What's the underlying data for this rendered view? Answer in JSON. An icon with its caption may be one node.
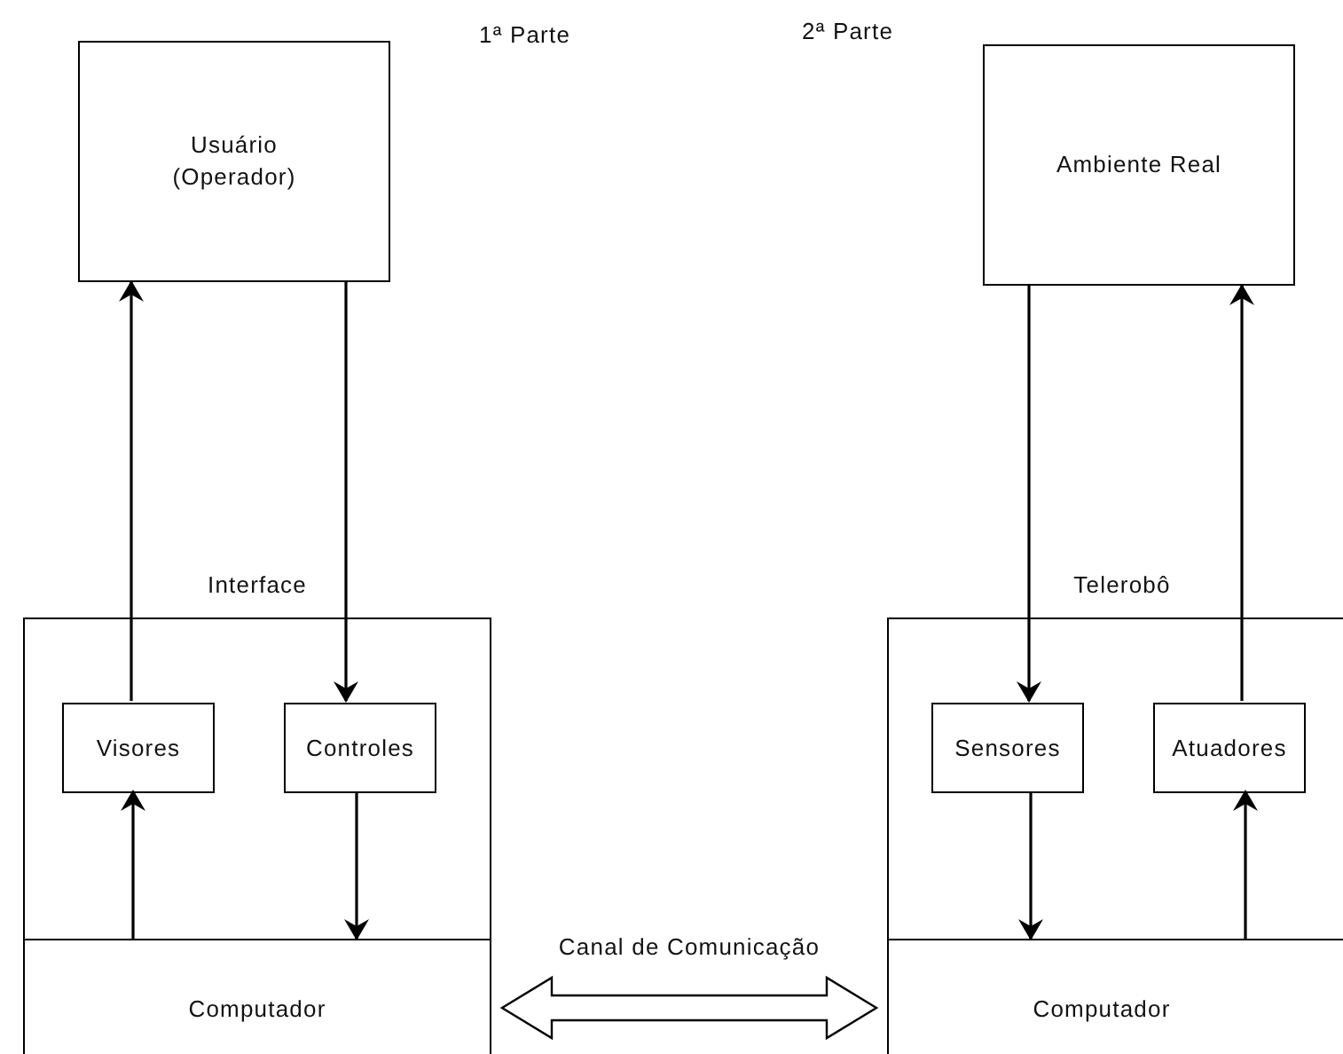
{
  "diagram": {
    "nodes": [
      {
        "text": [
          "Usuário (Operador)"
        ]
      },
      {
        "text": [
          "Ambiente Real"
        ]
      },
      {
        "text": [
          "Interface"
        ]
      },
      {
        "text": [
          "Visores"
        ],
        "in": 2
      },
      {
        "text": [
          "Controles"
        ],
        "in": 2
      },
      {
        "text": [
          "Computador"
        ]
      },
      {
        "text": [
          "Telerobô"
        ]
      },
      {
        "text": [
          "Sensores"
        ],
        "in": 6
      },
      {
        "text": [
          "Atuadores"
        ],
        "in": 6
      },
      {
        "text": [
          "Computador"
        ]
      }
    ],
    "edges": [
      {
        "from": 3,
        "to": 0,
        "arrow": "to"
      },
      {
        "from": 0,
        "to": 4,
        "arrow": "to"
      },
      {
        "from": 5,
        "to": 3,
        "arrow": "to"
      },
      {
        "from": 4,
        "to": 5,
        "arrow": "to"
      },
      {
        "from": 1,
        "to": 7,
        "arrow": "to"
      },
      {
        "from": 8,
        "to": 1,
        "arrow": "to"
      },
      {
        "from": 7,
        "to": 9,
        "arrow": "to"
      },
      {
        "from": 9,
        "to": 8,
        "arrow": "to"
      },
      {
        "from": 5,
        "to": 9,
        "arrow": "both",
        "style": "thick",
        "label": "Canal de Comunicação"
      }
    ],
    "labels": [
      "1ª Parte",
      "2ª Parte"
    ]
  }
}
